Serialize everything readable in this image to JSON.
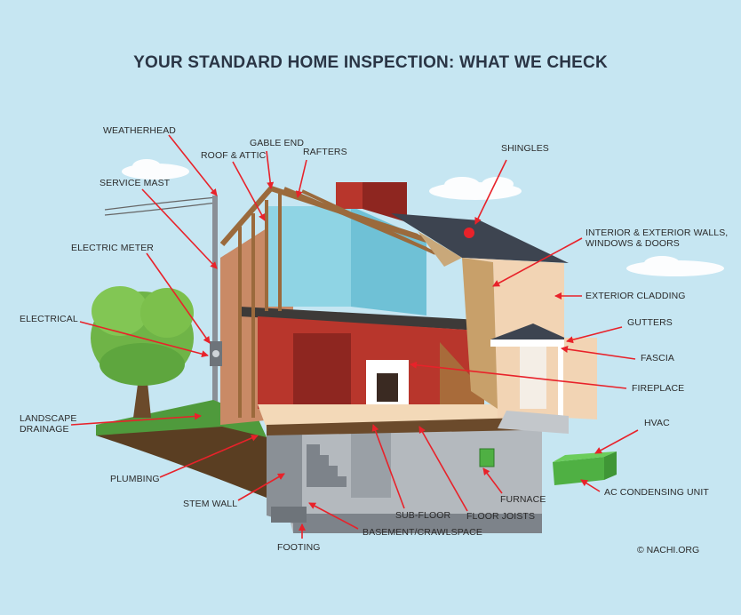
{
  "title": "YOUR STANDARD HOME INSPECTION: WHAT WE CHECK",
  "labels": {
    "weatherhead": "WEATHERHEAD",
    "gable_end": "GABLE END",
    "roof_attic": "ROOF & ATTIC",
    "rafters": "RAFTERS",
    "shingles": "SHINGLES",
    "service_mast": "SERVICE MAST",
    "interior_exterior_line1": "INTERIOR & EXTERIOR WALLS,",
    "interior_exterior_line2": "WINDOWS & DOORS",
    "electric_meter": "ELECTRIC METER",
    "exterior_cladding": "EXTERIOR CLADDING",
    "electrical": "ELECTRICAL",
    "gutters": "GUTTERS",
    "fascia": "FASCIA",
    "fireplace": "FIREPLACE",
    "landscape_line1": "LANDSCAPE",
    "landscape_line2": "DRAINAGE",
    "hvac": "HVAC",
    "plumbing": "PLUMBING",
    "ac_unit": "AC CONDENSING UNIT",
    "stem_wall": "STEM WALL",
    "furnace": "FURNACE",
    "sub_floor": "SUB-FLOOR",
    "floor_joists": "FLOOR JOISTS",
    "basement": "BASEMENT/CRAWLSPACE",
    "footing": "FOOTING"
  },
  "credit": "© NACHI.ORG",
  "colors": {
    "background": "#c6e6f2",
    "title": "#2a3545",
    "arrow": "#e8222a",
    "brick": "#b8362c",
    "wall_tan": "#c98a66",
    "wall_blue": "#8fd4e4",
    "roof": "#3d4450",
    "foundation": "#9aa0a6",
    "lumber": "#9b6a3c",
    "floor": "#f3d9b8",
    "tree": "#7cc04c",
    "grass": "#4f9a3c",
    "soil": "#5a3e22",
    "equipment": "#4fb043"
  },
  "icons": [
    "tree-icon",
    "house-cutaway-icon",
    "utility-pole-icon",
    "electric-meter-icon",
    "furnace-icon",
    "ac-unit-icon"
  ]
}
